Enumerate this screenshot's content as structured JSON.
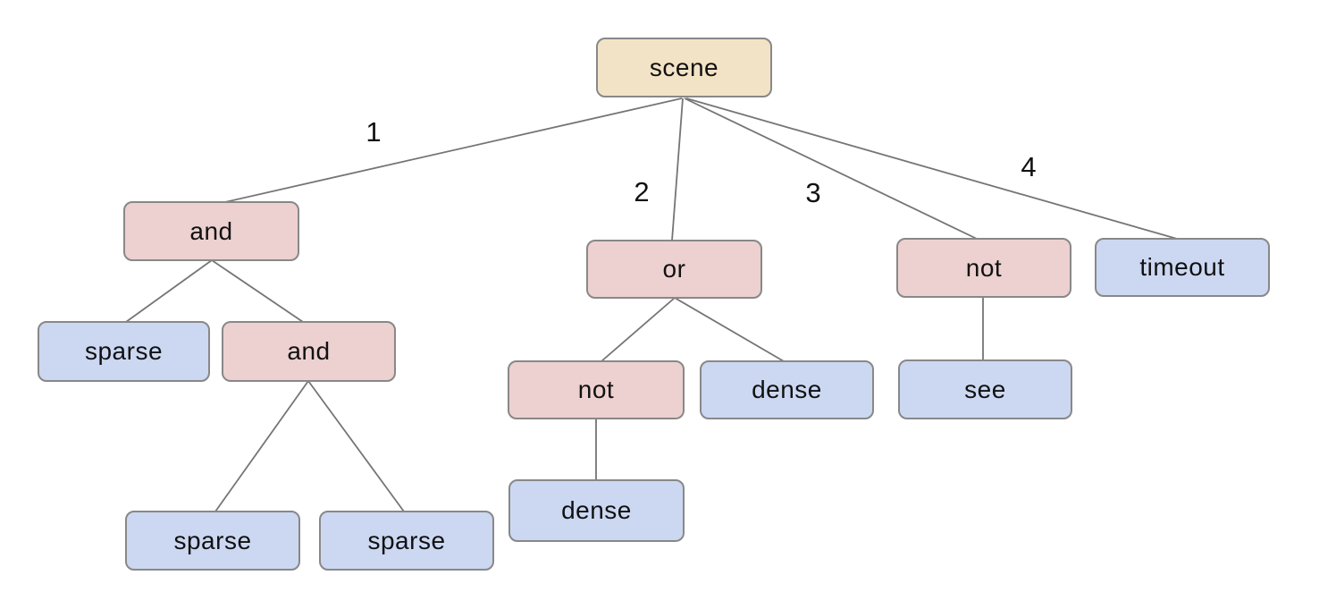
{
  "diagram": {
    "background": "#ffffff",
    "colors": {
      "root_fill": "#f3e3c6",
      "composite_fill": "#ecd1d0",
      "leaf_fill": "#ccd8f2",
      "node_border": "#888888",
      "edge_line": "#757575",
      "text": "#111111"
    },
    "nodes": {
      "scene": {
        "label": "scene",
        "kind": "root"
      },
      "and1": {
        "label": "and",
        "kind": "composite"
      },
      "or1": {
        "label": "or",
        "kind": "composite"
      },
      "not1": {
        "label": "not",
        "kind": "composite"
      },
      "timeout": {
        "label": "timeout",
        "kind": "leaf"
      },
      "sparse1": {
        "label": "sparse",
        "kind": "leaf"
      },
      "and2": {
        "label": "and",
        "kind": "composite"
      },
      "not2": {
        "label": "not",
        "kind": "composite"
      },
      "dense1": {
        "label": "dense",
        "kind": "leaf"
      },
      "see1": {
        "label": "see",
        "kind": "leaf"
      },
      "sparse2": {
        "label": "sparse",
        "kind": "leaf"
      },
      "sparse3": {
        "label": "sparse",
        "kind": "leaf"
      },
      "dense2": {
        "label": "dense",
        "kind": "leaf"
      }
    },
    "edge_labels": {
      "e1": "1",
      "e2": "2",
      "e3": "3",
      "e4": "4"
    },
    "edges": [
      {
        "from": "scene",
        "to": "and1",
        "label": "1"
      },
      {
        "from": "scene",
        "to": "or1",
        "label": "2"
      },
      {
        "from": "scene",
        "to": "not1",
        "label": "3"
      },
      {
        "from": "scene",
        "to": "timeout",
        "label": "4"
      },
      {
        "from": "and1",
        "to": "sparse1",
        "label": ""
      },
      {
        "from": "and1",
        "to": "and2",
        "label": ""
      },
      {
        "from": "or1",
        "to": "not2",
        "label": ""
      },
      {
        "from": "or1",
        "to": "dense1",
        "label": ""
      },
      {
        "from": "not1",
        "to": "see1",
        "label": ""
      },
      {
        "from": "and2",
        "to": "sparse2",
        "label": ""
      },
      {
        "from": "and2",
        "to": "sparse3",
        "label": ""
      },
      {
        "from": "not2",
        "to": "dense2",
        "label": ""
      }
    ]
  }
}
